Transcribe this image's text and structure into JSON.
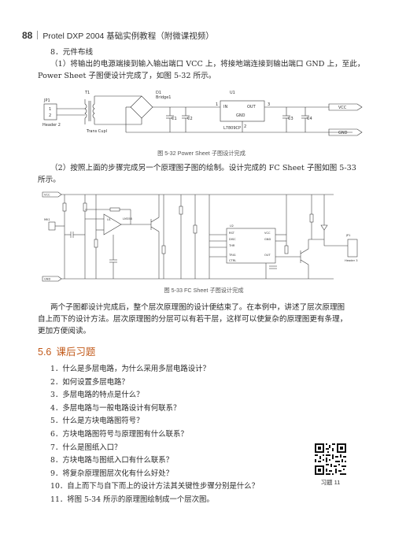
{
  "header": {
    "page_number": "88",
    "book_title": "Protel DXP 2004 基础实例教程（附微课视频）"
  },
  "step8": {
    "heading": "8．元件布线",
    "para1_line1": "（1）将输出的电源端接到输入输出端口 VCC 上，将接地端连接到输出端口 GND 上，至此，",
    "para1_line2": "Power Sheet 子图便设计完成了，如图 5-32 所示。"
  },
  "figure32": {
    "caption": "图 5-32   Power Sheet 子图设计完成",
    "labels": {
      "jp1": "JP1",
      "header2": "Header 2",
      "pin1": "1",
      "pin2": "2",
      "t1": "T1",
      "trans": "Trans Cupl",
      "d1": "D1",
      "bridge": "Bridge1",
      "c1": "C1",
      "c2": "C2",
      "c3": "C3",
      "c4": "C4",
      "u1": "U1",
      "in": "IN",
      "out": "OUT",
      "gnd_pin": "GND",
      "reg": "L7809CP",
      "u1p1": "1",
      "u1p3": "3",
      "u1p2": "2",
      "vcc": "VCC",
      "gnd": "GND"
    }
  },
  "step_para2": {
    "line1": "（2）按照上面的步骤完成另一个原理图子图的绘制。设计完成的 FC  Sheet  子图如图 5-33",
    "line2": "所示。"
  },
  "figure33": {
    "caption": "图 5-33   FC Sheet 子图设计完成",
    "labels": {
      "vcc": "VCC",
      "gnd": "GND",
      "u1": "U1",
      "u2": "U2",
      "lm": "LM358",
      "r": "R",
      "c": "C",
      "q": "Q",
      "mic": "MK1",
      "jp": "JP1",
      "header": "Header 3",
      "vcc_pin": "VCC",
      "disc": "DISC",
      "thr": "THR",
      "trig": "TRIG",
      "rst": "RST",
      "out": "OUT",
      "ctrl": "CTRL",
      "gnd_pin": "GND"
    }
  },
  "summary": {
    "line1": "两个子图都设计完成后，整个层次原理图的设计便结束了。在本例中，讲述了层次原理图",
    "line2": "自上而下的设计方法。层次原理图的分层可以有若干层，这样可以使复杂的原理图更有条理，",
    "line3": "更加方便阅读。"
  },
  "section": {
    "number": "5.6",
    "title": "课后习题"
  },
  "questions": [
    "1．什么是多层电路，为什么采用多层电路设计？",
    "2．如何设置多层电路？",
    "3．多层电路的特点是什么？",
    "4．多层电路与一般电路设计有何联系？",
    "5．什么是方块电路图符号？",
    "6．方块电路图符号与原理图有什么联系？",
    "7．什么是图纸入口？",
    "8．方块电路与图纸入口有什么联系？",
    "9．将复杂原理图层次化有什么好处？",
    "10．自上而下与自下而上的设计方法其关键性步骤分别是什么？",
    "11．将图 5-34 所示的原理图绘制成一个层次图。"
  ],
  "qr": {
    "caption": "习题 11"
  }
}
